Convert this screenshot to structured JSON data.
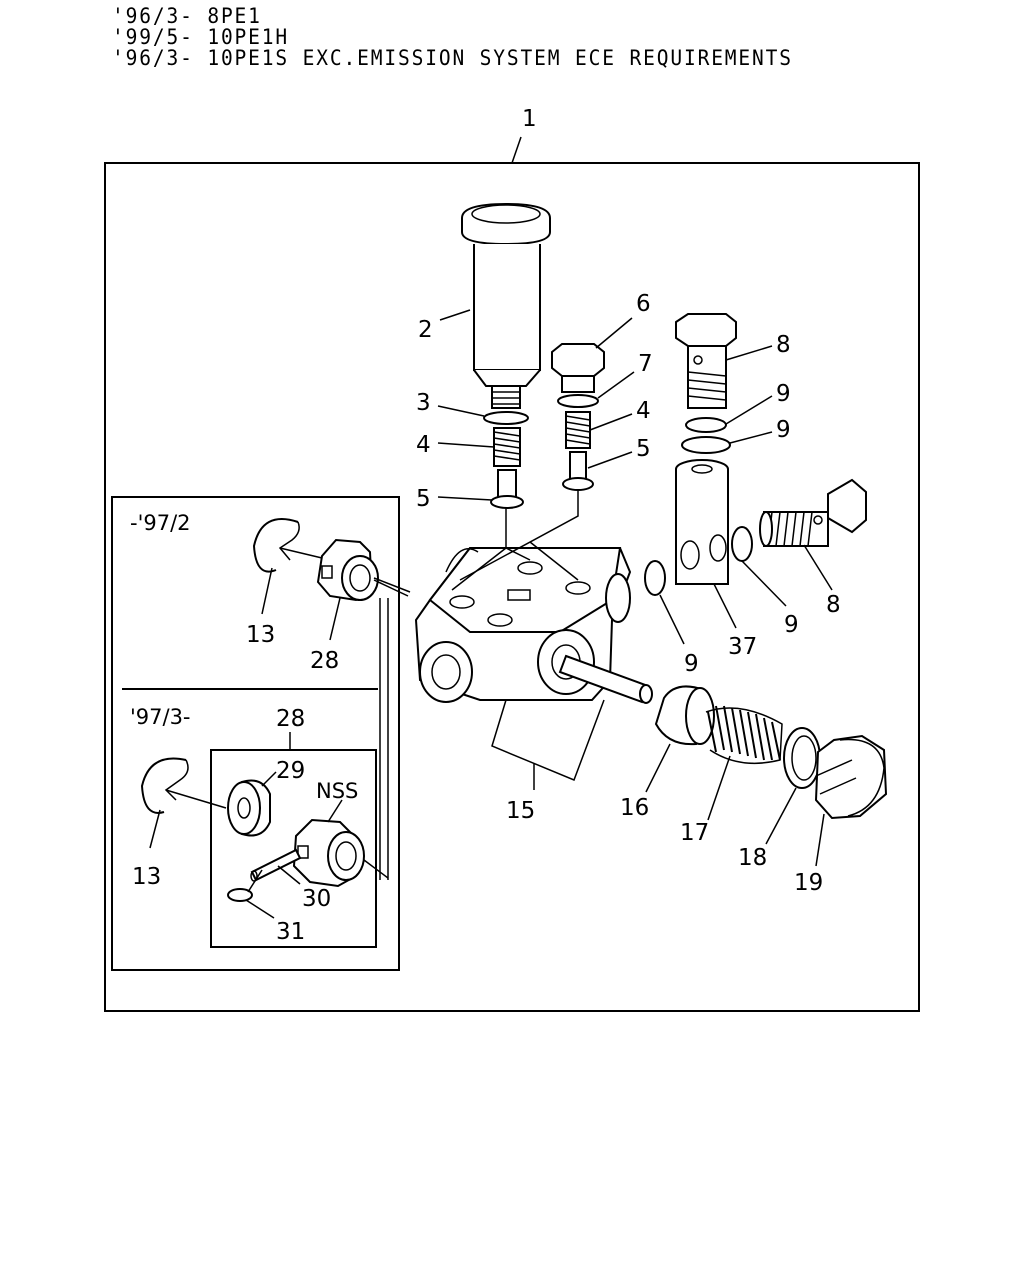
{
  "header": {
    "lines": [
      "'96/3- 8PE1",
      "'99/5- 10PE1H",
      "'96/3- 10PE1S EXC.EMISSION SYSTEM ECE REQUIREMENTS"
    ]
  },
  "callouts": {
    "assembly": "1",
    "filter_cap": "2",
    "o_ring_left": "3",
    "spring_left": "4",
    "valve_left": "5",
    "plug_mid": "6",
    "o_ring_mid": "7",
    "spring_mid": "4",
    "valve_mid": "5",
    "eye_bolt_top": "8",
    "washer_top_a": "9",
    "washer_top_b": "9",
    "eye_bolt_side": "8",
    "washer_side_a": "9",
    "washer_side_b": "9",
    "eye_joint": "37",
    "pump_body": "15",
    "piston": "16",
    "spring_right": "17",
    "gasket_right": "18",
    "plug_right": "19"
  },
  "inset": {
    "upper_label": "-'97/2",
    "upper_snap_ring": "13",
    "upper_cap": "28",
    "lower_label": "'97/3-",
    "lower_group": "28",
    "lower_snap_ring": "13",
    "washer": "29",
    "nss": "NSS",
    "pin": "30",
    "clip": "31"
  }
}
